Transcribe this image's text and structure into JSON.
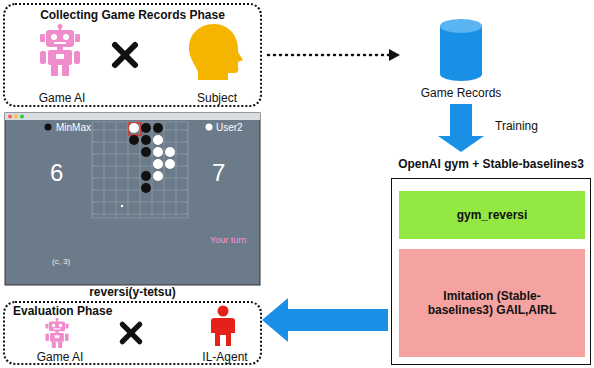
{
  "diagram": {
    "nodes": [
      {
        "text": [
          "Collecting Game Records Phase"
        ]
      },
      {
        "text": [
          "Game AI"
        ],
        "in": 0
      },
      {
        "text": [
          "Subject"
        ],
        "in": 0
      },
      {
        "text": [
          "Game Records"
        ]
      },
      {
        "text": [
          "reversi(y-tetsu)"
        ]
      },
      {
        "text": [
          "Evaluation Phase"
        ]
      },
      {
        "text": [
          "Game AI"
        ],
        "in": 5
      },
      {
        "text": [
          "IL-Agent"
        ],
        "in": 5
      },
      {
        "text": [
          "OpenAI gym + Stable-baselines3"
        ]
      },
      {
        "text": [
          "gym_reversi"
        ],
        "in": 8
      },
      {
        "text": [
          "Imitation (Stable-baselines3) GAIL,AIRL"
        ],
        "in": 8
      }
    ],
    "edges": [
      {
        "from": 0,
        "to": 3,
        "arrow": "to"
      },
      {
        "from": 3,
        "to": 8,
        "label": "Training",
        "arrow": "to"
      },
      {
        "from": 8,
        "to": 7,
        "arrow": "to"
      }
    ],
    "labels": [
      "MinMax",
      "6",
      "User2",
      "7",
      "Your turn",
      "(c, 3)"
    ]
  }
}
